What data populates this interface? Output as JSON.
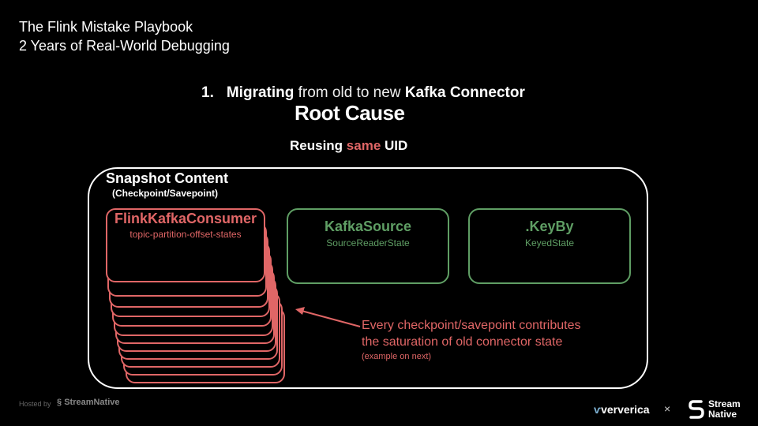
{
  "header": {
    "line1": "The Flink Mistake Playbook",
    "line2": "2 Years of Real-World Debugging"
  },
  "heading": {
    "number": "1.",
    "bold1": "Migrating",
    "light": " from old to new ",
    "bold2": "Kafka Connector"
  },
  "subtitle": "Root Cause",
  "reusing": {
    "pre": "Reusing ",
    "accent": "same",
    "post": " UID"
  },
  "snapshot": {
    "title": "Snapshot Content",
    "subtitle": "(Checkpoint/Savepoint)"
  },
  "boxes": {
    "flink": {
      "title": "FlinkKafkaConsumer",
      "sub": "topic-partition-offset-states"
    },
    "kafka": {
      "title": "KafkaSource",
      "sub": "SourceReaderState"
    },
    "keyby": {
      "title": ".KeyBy",
      "sub": "KeyedState"
    }
  },
  "note": {
    "line1": "Every checkpoint/savepoint contributes",
    "line2": "the saturation of old connector state",
    "line3": "(example on next)"
  },
  "footer": {
    "hosted": "Hosted by",
    "streamnative_small": "StreamNative",
    "ververica": "ververica",
    "times": "×",
    "stream": "Stream",
    "native": "Native"
  },
  "colors": {
    "accent": "#e06666",
    "green": "#5f9e64"
  }
}
